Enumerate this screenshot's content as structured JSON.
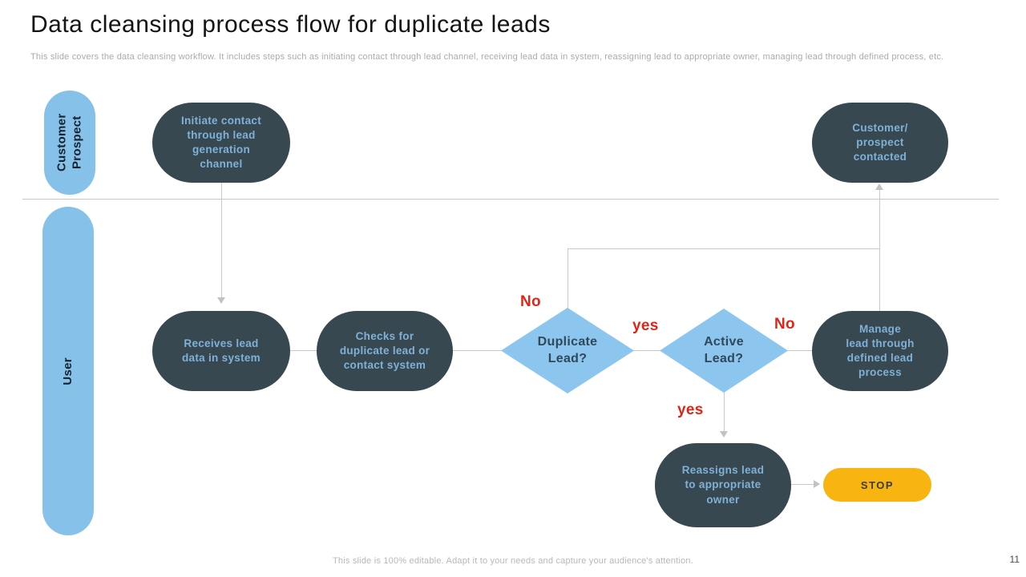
{
  "slide": {
    "title": "Data cleansing process flow for duplicate leads",
    "subtitle": "This slide covers the data cleansing workflow. It includes steps such as initiating contact through lead channel, receiving lead data in system, reassigning lead to appropriate owner, managing lead through defined process, etc.",
    "footer": "This slide is 100% editable. Adapt it to your needs and capture your audience's attention.",
    "page_number": "11"
  },
  "lanes": {
    "customer_prospect": "Customer\nProspect",
    "user": "User"
  },
  "nodes": {
    "initiate": "Initiate contact\nthrough lead\ngeneration\nchannel",
    "contacted": "Customer/\nprospect\ncontacted",
    "receives": "Receives lead\ndata in system",
    "checks": "Checks for\nduplicate lead or\ncontact system",
    "duplicate_decision": "Duplicate\nLead?",
    "active_decision": "Active\nLead?",
    "manage": "Manage\nlead through\ndefined lead\nprocess",
    "reassigns": "Reassigns lead\nto appropriate\nowner",
    "stop": "STOP"
  },
  "branch_labels": {
    "duplicate_no": "No",
    "duplicate_yes": "yes",
    "active_no": "No",
    "active_yes": "yes"
  },
  "colors": {
    "node_dark": "#384850",
    "node_text_blue": "#7fb1d8",
    "lane_blue": "#85c1e9",
    "diamond_blue": "#8cc5ed",
    "stop_yellow": "#f8b410",
    "branch_red": "#df2517",
    "connector_gray": "#c9c9c9"
  }
}
